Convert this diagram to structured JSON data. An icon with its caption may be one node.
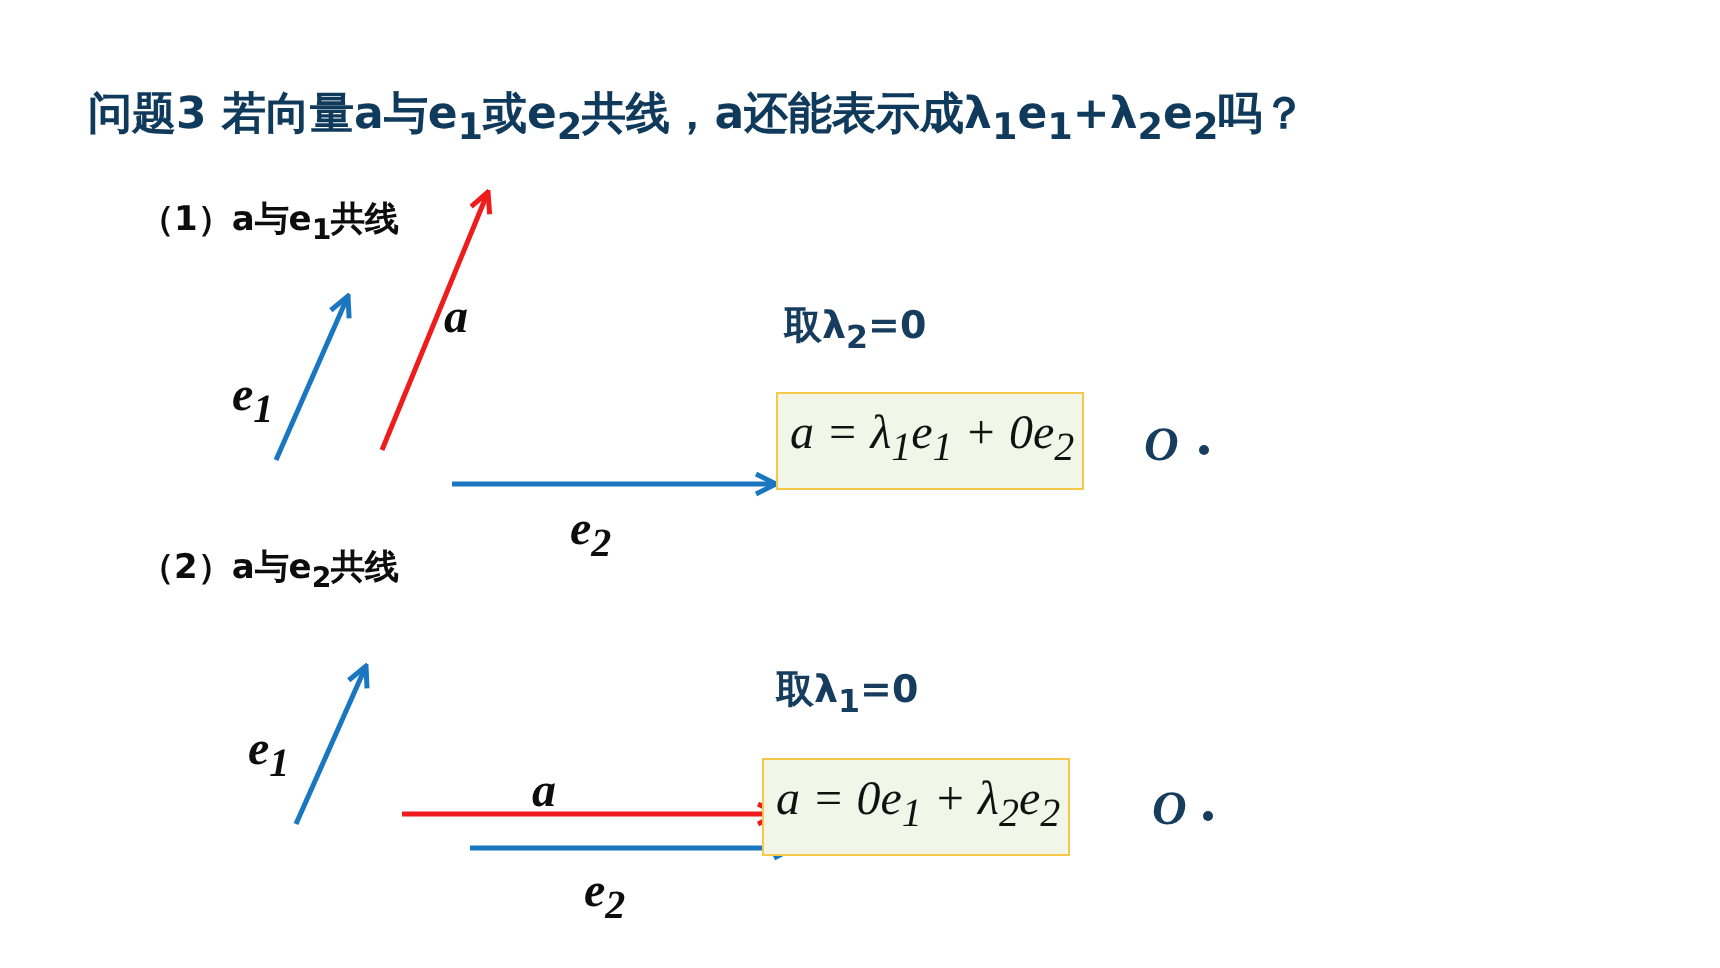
{
  "diagram": {
    "title": "问题3  若向量a与e$_{1}$或e$_{2}$共线，a还能表示成λ$_{1}$e$_{1}$+λ$_{2}$e$_{2}$吗？",
    "nodes": [
      {
        "text": [
          "a = λ$_{1}$e$_{1}$ + 0e$_{2}$"
        ]
      },
      {
        "text": [
          "a = 0e$_{1}$ + λ$_{2}$e$_{2}$"
        ]
      }
    ],
    "labels": [
      "（1）a与e$_{1}$共线",
      "e$_{1}$",
      "a",
      "取λ$_{2}$=0",
      "e$_{2}$",
      "O",
      "（2）a与e$_{2}$共线",
      "取λ$_{1}$=0",
      "e$_{1}$",
      "a",
      "e$_{2}$",
      "O"
    ]
  }
}
